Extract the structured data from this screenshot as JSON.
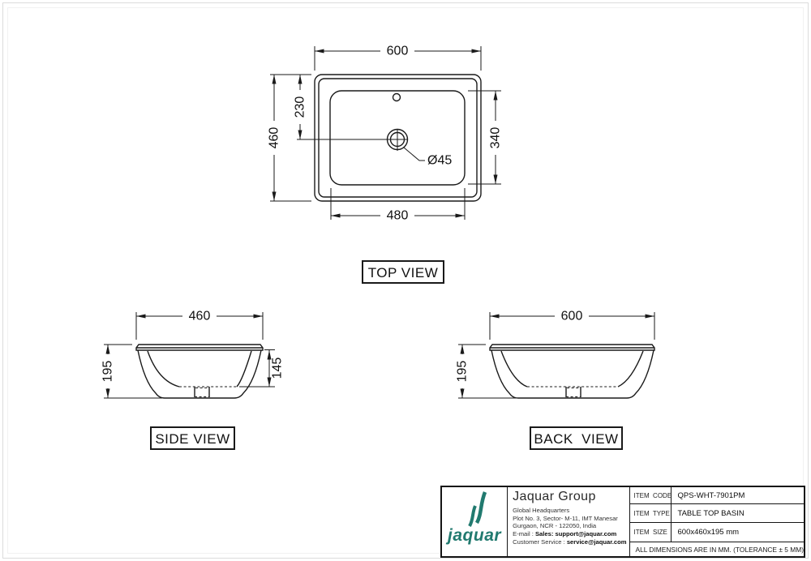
{
  "top_view": {
    "label": "TOP VIEW",
    "dim_width": "600",
    "dim_height": "460",
    "dim_center_from_top": "230",
    "dim_inner_height": "340",
    "dim_inner_width": "480",
    "dim_drain": "Ø45"
  },
  "side_view": {
    "label": "SIDE VIEW",
    "dim_width": "460",
    "dim_height": "195",
    "dim_depth": "145"
  },
  "back_view": {
    "label": "BACK  VIEW",
    "dim_width": "600",
    "dim_height": "195"
  },
  "title_block": {
    "logo_text": "jaquar",
    "company": "Jaquar Group",
    "address_line1": "Global Headquarters",
    "address_line2": "Plot No. 3, Sector- M-11, IMT Manesar",
    "address_line3": "Gurgaon, NCR - 122050, India",
    "email_label": "E-mail : ",
    "email_value": "Sales: support@jaquar.com",
    "service_label": "Customer Service : ",
    "service_value": "service@jaquar.com",
    "rows": [
      {
        "label": "ITEM  CODE",
        "value": "QPS-WHT-7901PM"
      },
      {
        "label": "ITEM  TYPE",
        "value": "TABLE TOP BASIN"
      },
      {
        "label": "ITEM  SIZE",
        "value": "600x460x195 mm"
      }
    ],
    "note": "ALL DIMENSIONS ARE IN MM. (TOLERANCE ± 5 MM)",
    "accent_color": "#217a6f"
  }
}
